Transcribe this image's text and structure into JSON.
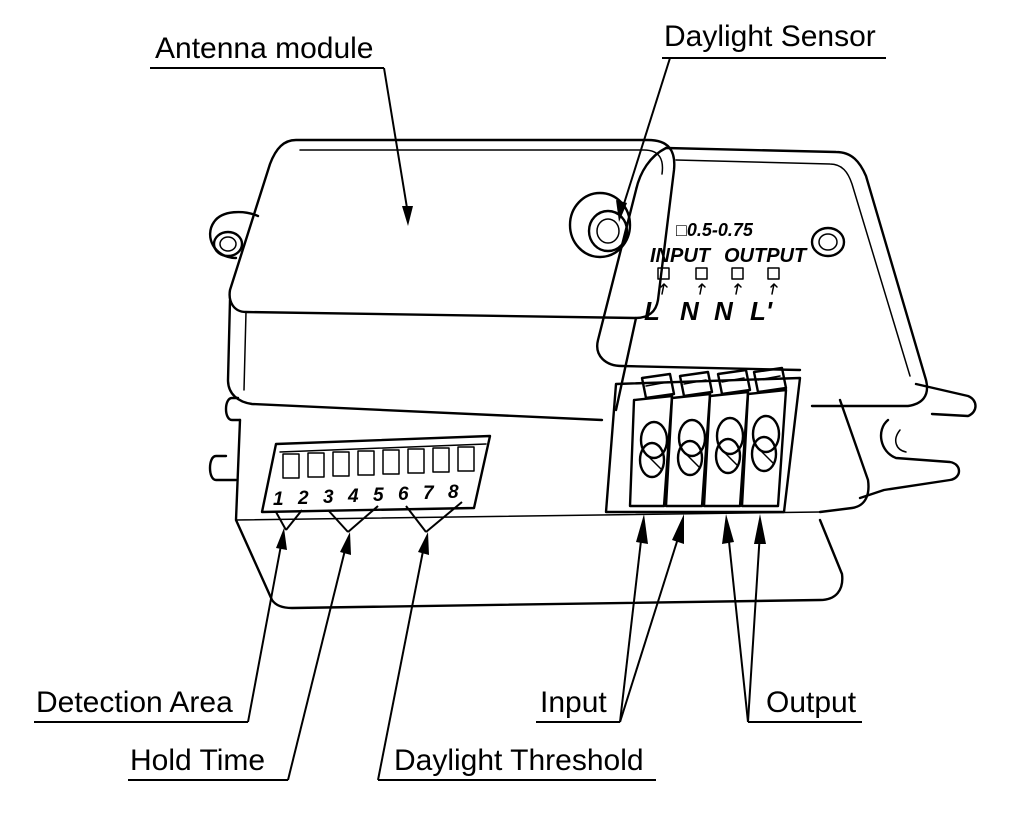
{
  "callouts": {
    "antenna_module": "Antenna module",
    "daylight_sensor": "Daylight Sensor",
    "detection_area": "Detection Area",
    "hold_time": "Hold Time",
    "daylight_threshold": "Daylight Threshold",
    "input": "Input",
    "output": "Output"
  },
  "device_labels": {
    "wire_size": "□0.5-0.75",
    "input": "INPUT",
    "output": "OUTPUT",
    "terminal_1": "L",
    "terminal_2": "N",
    "terminal_3": "N",
    "terminal_4": "L'"
  },
  "dip_switch_numbers": [
    "1",
    "2",
    "3",
    "4",
    "5",
    "6",
    "7",
    "8"
  ]
}
